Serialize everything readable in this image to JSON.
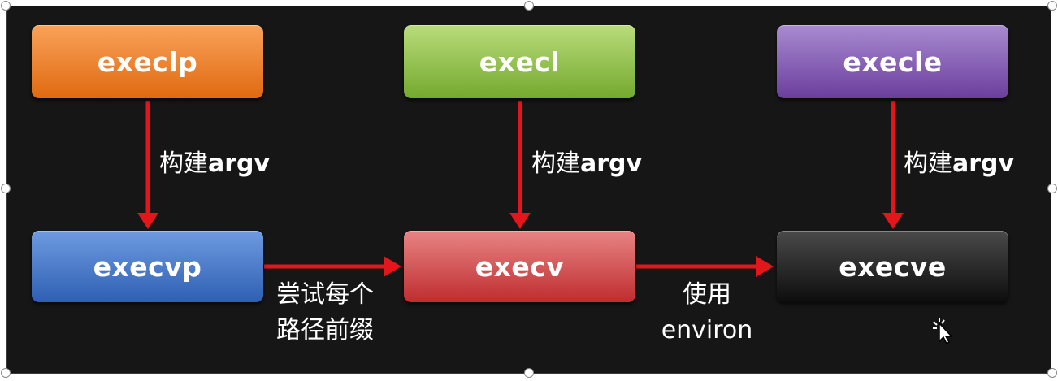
{
  "nodes": {
    "execlp": "execlp",
    "execl": "execl",
    "execle": "execle",
    "execvp": "execvp",
    "execv": "execv",
    "execve": "execve"
  },
  "labels": {
    "build_prefix": "构建",
    "build_suffix": "argv",
    "try_line1": "尝试每个",
    "try_line2": "路径前缀",
    "use_line1": "使用",
    "use_line2": "environ"
  },
  "colors": {
    "arrow": "#e4161b",
    "background": "#161616"
  }
}
